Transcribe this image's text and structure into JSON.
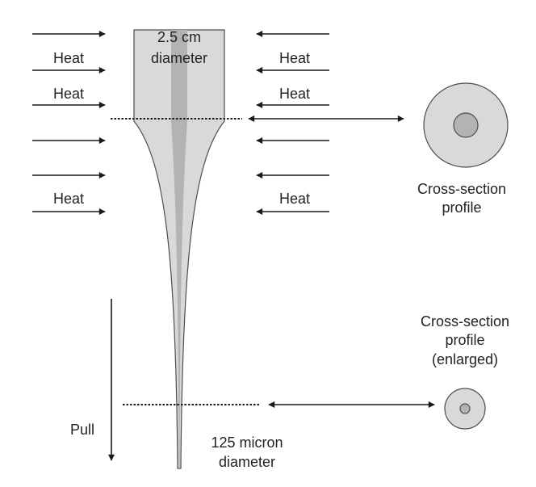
{
  "labels": {
    "preform_diameter_line1": "2.5 cm",
    "preform_diameter_line2": "diameter",
    "heat": "Heat",
    "cross_section_line1": "Cross-section",
    "cross_section_line2": "profile",
    "cross_section_enlarged_line1": "Cross-section",
    "cross_section_enlarged_line2": "profile",
    "cross_section_enlarged_line3": "(enlarged)",
    "fiber_diameter_line1": "125 micron",
    "fiber_diameter_line2": "diameter",
    "pull": "Pull"
  },
  "colors": {
    "background": "#ffffff",
    "cladding": "#d9d9d9",
    "core": "#b3b3b3",
    "outline": "#4d4d4d",
    "arrow": "#1a1a1a",
    "text": "#222222"
  },
  "icons": {
    "heat_arrow": "arrow-right / arrow-left",
    "pull_arrow": "arrow-down",
    "dimension_arrow": "double-headed-arrow"
  }
}
